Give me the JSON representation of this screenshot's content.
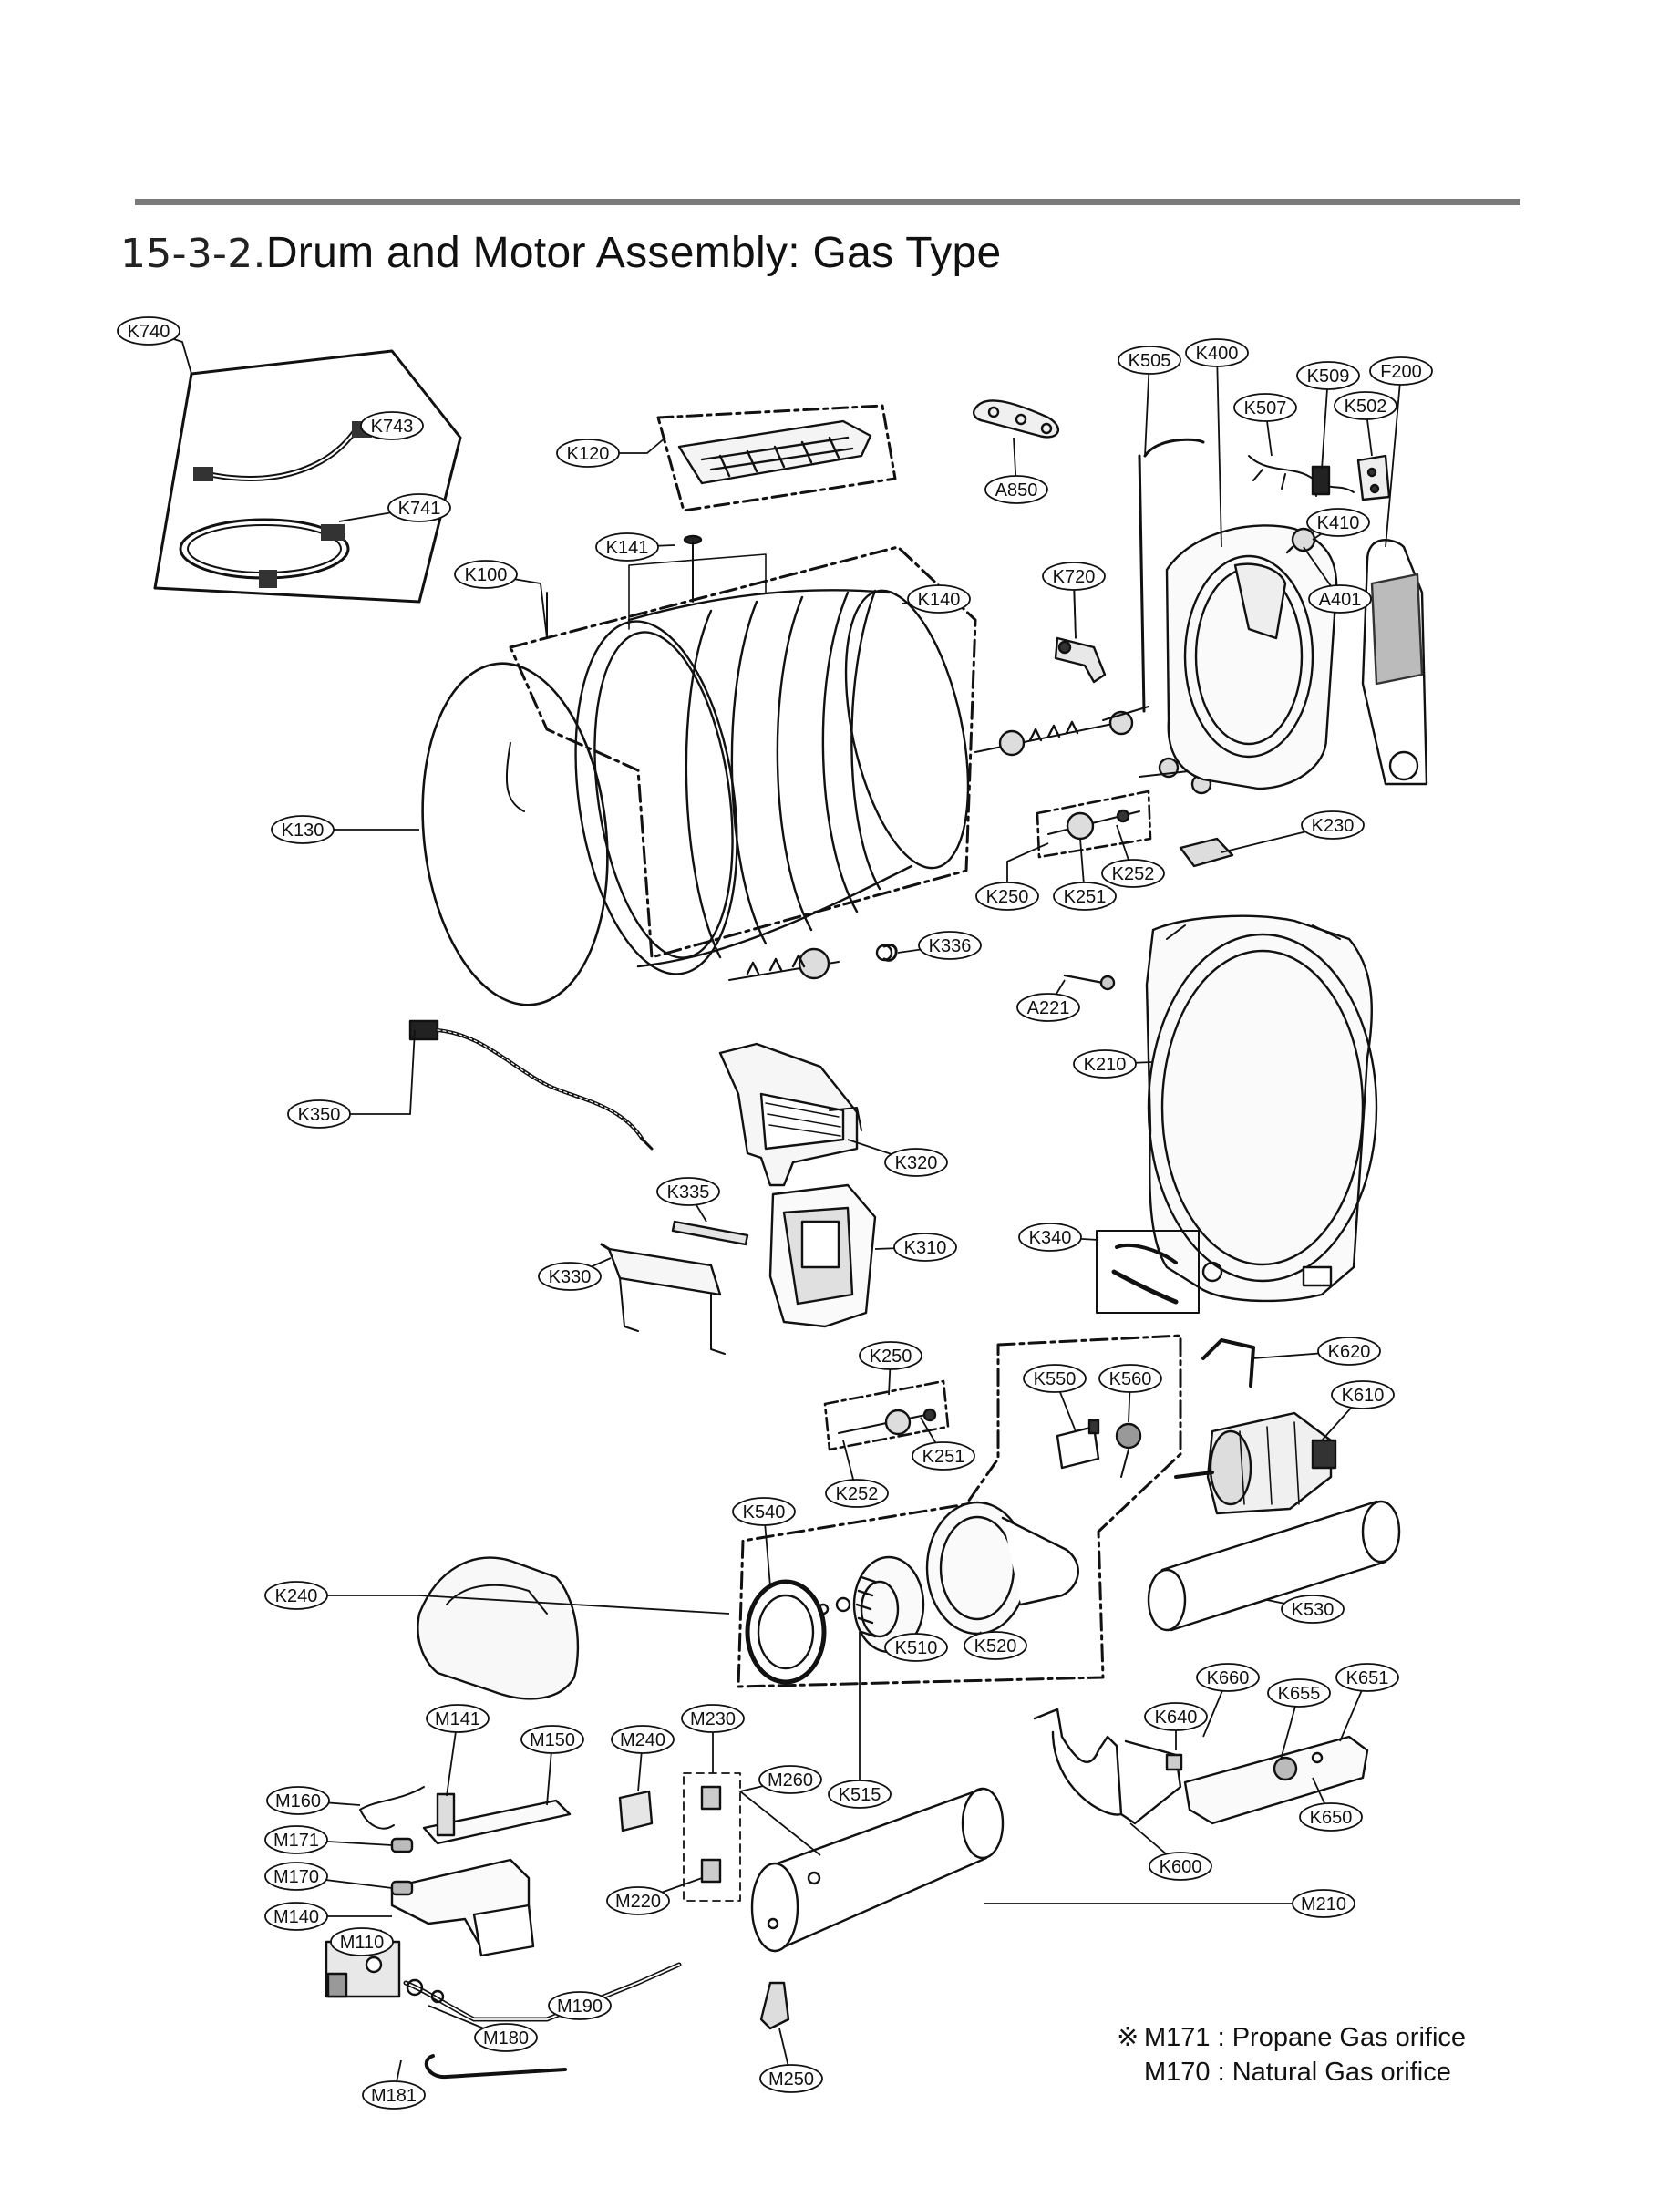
{
  "header": {
    "section_number": "15-3-2.",
    "section_title": "Drum and Motor Assembly: Gas Type"
  },
  "parts": [
    "K740",
    "K743",
    "K741",
    "K120",
    "K141",
    "K100",
    "K140",
    "K130",
    "K505",
    "K400",
    "K509",
    "F200",
    "K507",
    "K502",
    "A850",
    "K410",
    "A401",
    "K720",
    "K230",
    "K250",
    "K251",
    "K252",
    "K336",
    "A221",
    "K210",
    "K350",
    "K320",
    "K335",
    "K310",
    "K330",
    "K340",
    "K620",
    "K610",
    "K550",
    "K560",
    "K540",
    "K240",
    "K530",
    "K510",
    "K520",
    "K515",
    "K660",
    "K655",
    "K651",
    "K640",
    "K650",
    "K600",
    "M141",
    "M150",
    "M240",
    "M230",
    "M260",
    "M160",
    "M171",
    "M170",
    "M220",
    "M210",
    "M140",
    "M110",
    "M190",
    "M180",
    "M181",
    "M250"
  ],
  "notes": {
    "line1_mark": "※",
    "line1": "M171 : Propane Gas orifice",
    "line2": "M170 : Natural Gas orifice"
  }
}
